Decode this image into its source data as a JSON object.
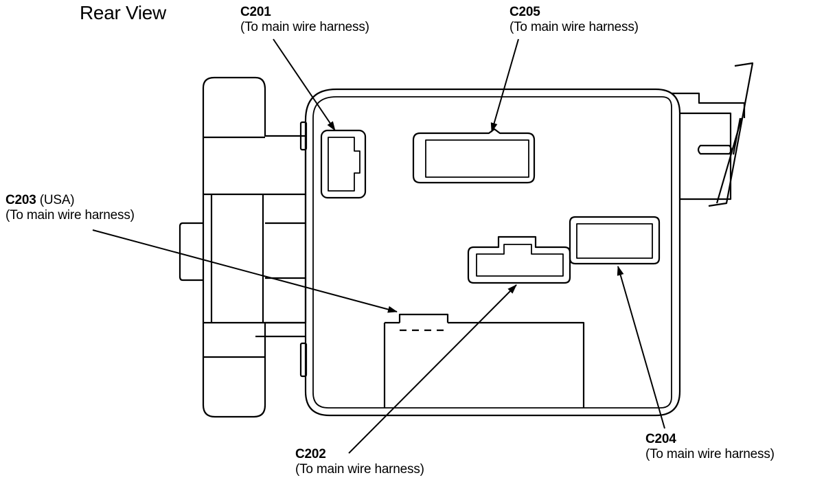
{
  "title": "Rear View",
  "callouts": [
    {
      "id": "c201",
      "code": "C201",
      "extra": "",
      "desc": "(To main wire harness)"
    },
    {
      "id": "c205",
      "code": "C205",
      "extra": "",
      "desc": "(To main wire harness)"
    },
    {
      "id": "c203",
      "code": "C203",
      "extra": " (USA)",
      "desc": "(To main wire harness)"
    },
    {
      "id": "c202",
      "code": "C202",
      "extra": "",
      "desc": "(To main wire harness)"
    },
    {
      "id": "c204",
      "code": "C204",
      "extra": "",
      "desc": "(To main wire harness)"
    }
  ],
  "colors": {
    "ink": "#000000",
    "paper": "#ffffff"
  }
}
